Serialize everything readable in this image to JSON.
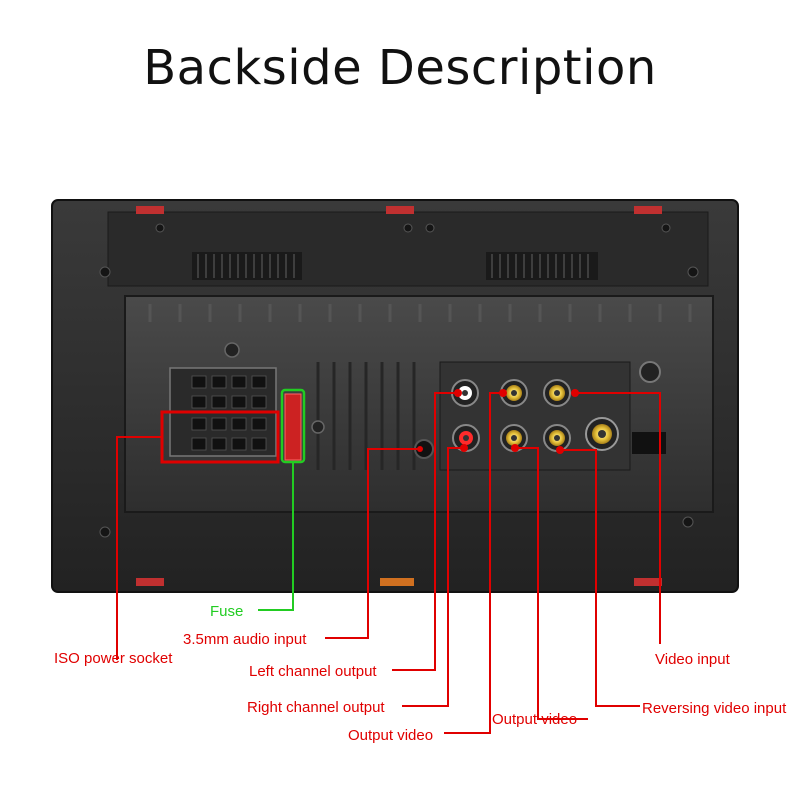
{
  "title": "Backside Description",
  "colors": {
    "label_red": "#e00000",
    "fuse_green": "#22cc22",
    "outline_red": "#e00000",
    "device_body": "#2b2b2b",
    "device_panel": "#3a3a3a"
  },
  "labels": {
    "fuse": "Fuse",
    "audio_input": "3.5mm audio input",
    "iso_power": "ISO power socket",
    "left_channel": "Left channel output",
    "right_channel": "Right channel output",
    "output_video_1": "Output video",
    "output_video_2": "Output video",
    "video_input": "Video input",
    "reversing_video": "Reversing video input"
  }
}
